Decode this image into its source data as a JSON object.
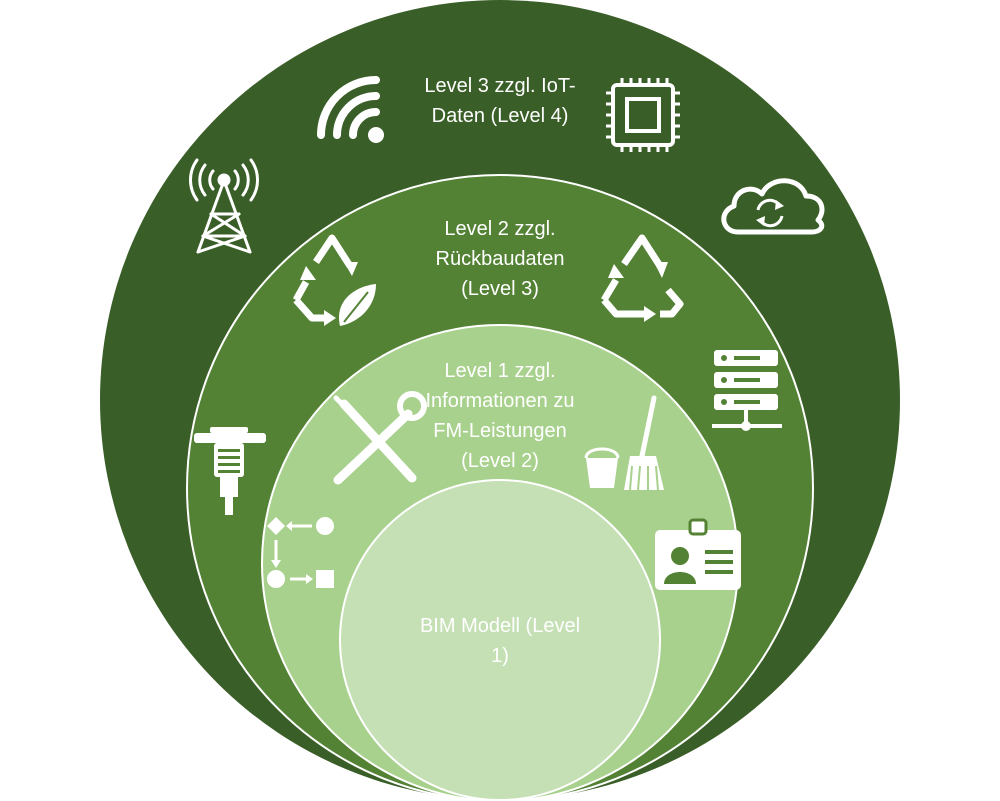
{
  "levels": [
    {
      "id": "level-4",
      "lines": [
        "Level 3 zzgl. IoT-",
        "Daten (Level 4)"
      ],
      "fill": "#3a5e27"
    },
    {
      "id": "level-3",
      "lines": [
        "Level 2 zzgl.",
        "Rückbaudaten",
        "(Level 3)"
      ],
      "fill": "#548235"
    },
    {
      "id": "level-2",
      "lines": [
        "Level 1 zzgl.",
        "Informationen zu",
        "FM-Leistungen",
        "(Level 2)"
      ],
      "fill": "#a9d18e"
    },
    {
      "id": "level-1",
      "lines": [
        "BIM Modell (Level",
        "1)"
      ],
      "fill": "#c5e0b4"
    }
  ],
  "icons": [
    "wifi-icon",
    "microchip-icon",
    "cell-tower-icon",
    "cloud-sync-icon",
    "recycle-leaf-icon",
    "recycle-icon",
    "server-rack-icon",
    "jackhammer-icon",
    "tools-icon",
    "bucket-broom-icon",
    "process-flow-icon",
    "id-badge-icon"
  ],
  "colors": {
    "icon": "#ffffff",
    "ring_stroke": "#ffffff",
    "background": "#ffffff"
  }
}
